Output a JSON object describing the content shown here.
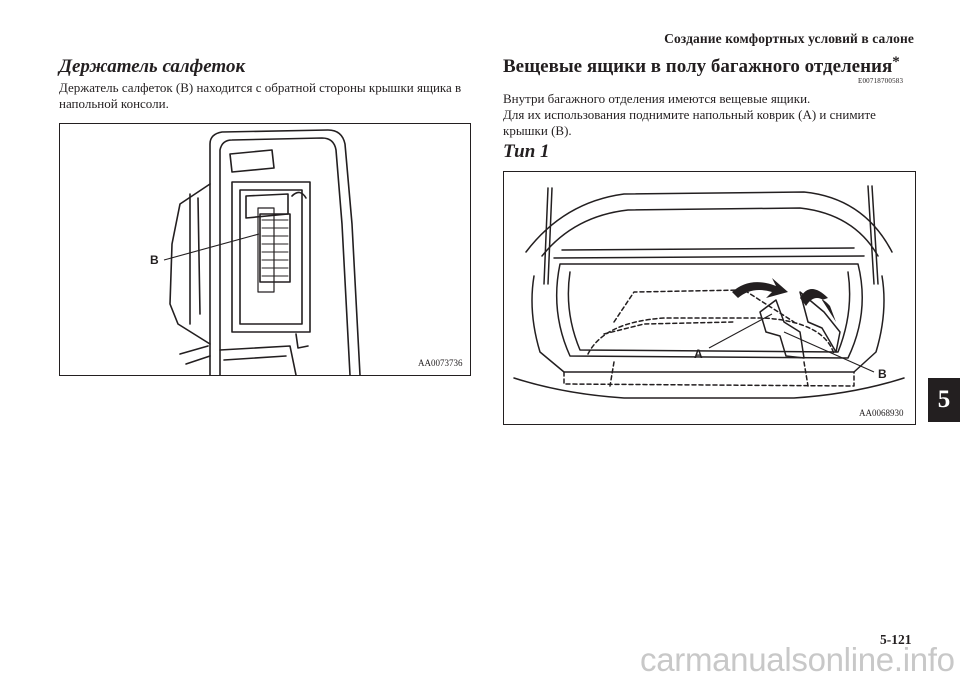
{
  "header": {
    "title": "Создание комфортных условий в салоне"
  },
  "left_section": {
    "heading": "Держатель салфеток",
    "body": "Держатель салфеток (B) находится с обратной стороны крышки ящика в напольной консоли.",
    "figure": {
      "label_b": "B",
      "code": "AA0073736"
    }
  },
  "right_section": {
    "heading": "Вещевые ящики в полу багажного отделения",
    "heading_mark": "*",
    "code": "E00718700583",
    "body_line1": "Внутри багажного отделения имеются вещевые ящики.",
    "body_line2": "Для их использования поднимите напольный коврик (A) и снимите крышки (B).",
    "type_heading": "Тип 1",
    "figure": {
      "label_a": "A",
      "label_b": "B",
      "code": "AA0068930"
    }
  },
  "chapter_tab": "5",
  "page_number": "5-121",
  "watermark": "carmanualsonline.info"
}
